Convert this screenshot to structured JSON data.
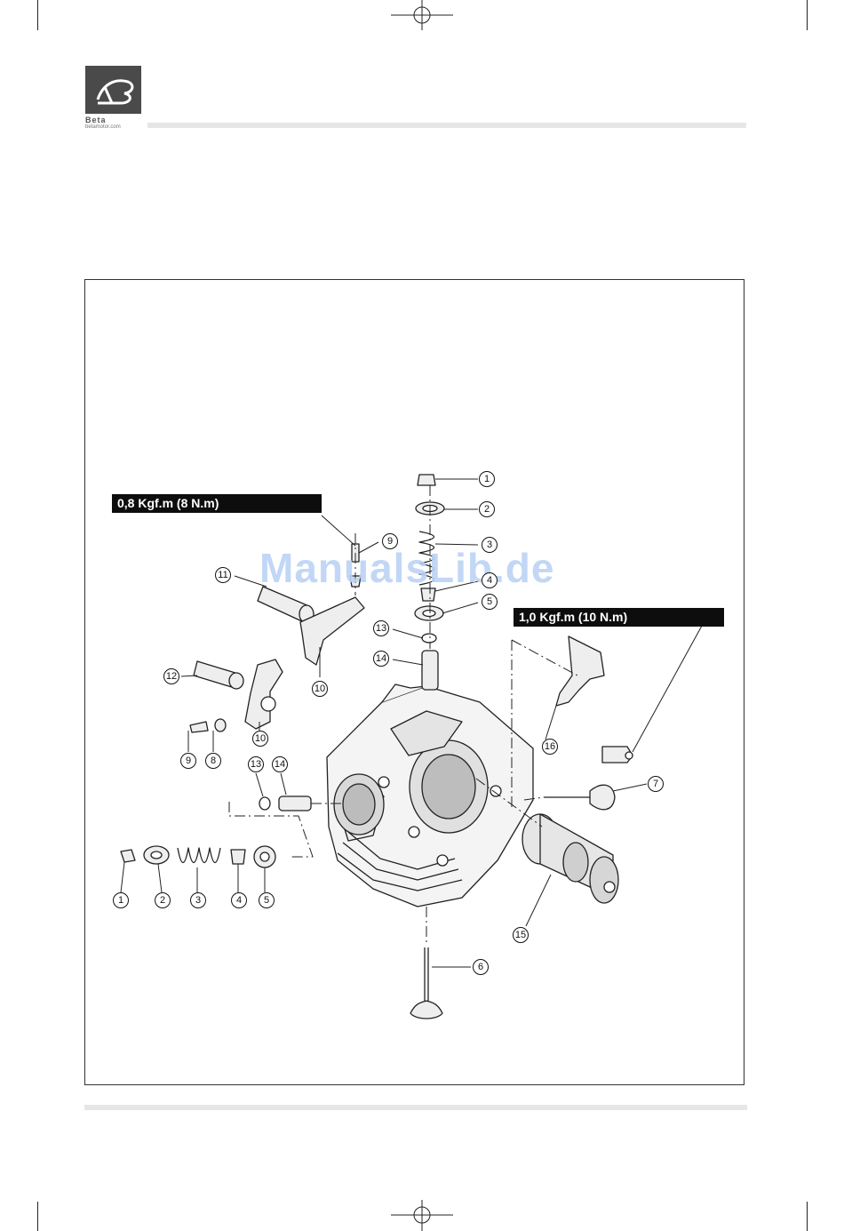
{
  "header": {
    "brand_name": "Beta",
    "brand_site": "betamotor.com"
  },
  "diagram": {
    "watermark": "ManualsLib.de",
    "torque_labels": [
      {
        "id": "torque-left",
        "text": "0,8 Kgf.m (8 N.m)"
      },
      {
        "id": "torque-right",
        "text": "1,0 Kgf.m (10 N.m)"
      }
    ],
    "callouts": [
      {
        "key": "c1a",
        "num": "1"
      },
      {
        "key": "c2a",
        "num": "2"
      },
      {
        "key": "c3a",
        "num": "3"
      },
      {
        "key": "c4a",
        "num": "4"
      },
      {
        "key": "c5a",
        "num": "5"
      },
      {
        "key": "c9a",
        "num": "9"
      },
      {
        "key": "c11",
        "num": "11"
      },
      {
        "key": "c13a",
        "num": "13"
      },
      {
        "key": "c14a",
        "num": "14"
      },
      {
        "key": "c10a",
        "num": "10"
      },
      {
        "key": "c12",
        "num": "12"
      },
      {
        "key": "c10b",
        "num": "10"
      },
      {
        "key": "c9b",
        "num": "9"
      },
      {
        "key": "c8",
        "num": "8"
      },
      {
        "key": "c13b",
        "num": "13"
      },
      {
        "key": "c14b",
        "num": "14"
      },
      {
        "key": "c16",
        "num": "16"
      },
      {
        "key": "c7",
        "num": "7"
      },
      {
        "key": "c1b",
        "num": "1"
      },
      {
        "key": "c2b",
        "num": "2"
      },
      {
        "key": "c3b",
        "num": "3"
      },
      {
        "key": "c4b",
        "num": "4"
      },
      {
        "key": "c5b",
        "num": "5"
      },
      {
        "key": "c15",
        "num": "15"
      },
      {
        "key": "c6",
        "num": "6"
      }
    ]
  }
}
